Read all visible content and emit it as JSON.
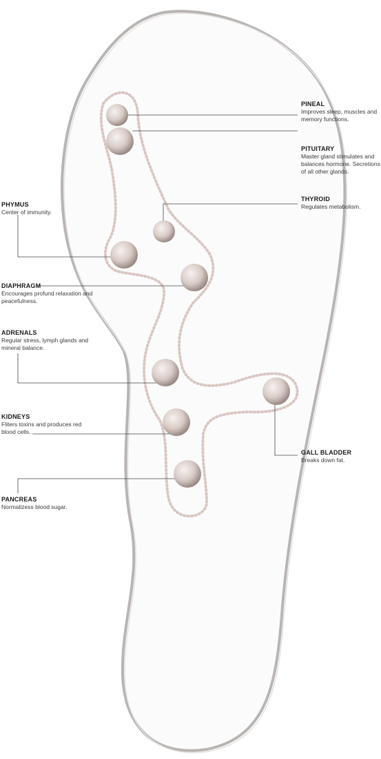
{
  "colors": {
    "outline": "#b8b4b2",
    "leader": "#444444",
    "dots": "#d9c6c2",
    "ball_light": "#f7f2f0",
    "ball_mid": "#d8cbc6",
    "ball_dark": "#8f7e79"
  },
  "labels": {
    "pineal": {
      "title": "PINEAL",
      "desc": "Improves sleep, muscles and memory functions."
    },
    "pituitary": {
      "title": "PITUITARY",
      "desc": "Master gland stimulates and balances hormone. Secretions of all other glands."
    },
    "thyroid": {
      "title": "THYROID",
      "desc": "Regulates metabolism."
    },
    "phymus": {
      "title": "PHYMUS",
      "desc": "Center of immunity."
    },
    "diaphragm": {
      "title": "DIAPHRAGM",
      "desc": "Encourages profund relaxation and peacefulness."
    },
    "adrenals": {
      "title": "ADRENALS",
      "desc": "Regular stress, lymph glands and mineral balance."
    },
    "kidneys": {
      "title": "KIDNEYS",
      "desc": "Fliters toxins and produces red blood cells."
    },
    "gall_bladder": {
      "title": "GALL BLADDER",
      "desc": "Breaks down fat."
    },
    "pancreas": {
      "title": "PANCREAS",
      "desc": "Normalizess blood sugar."
    }
  }
}
